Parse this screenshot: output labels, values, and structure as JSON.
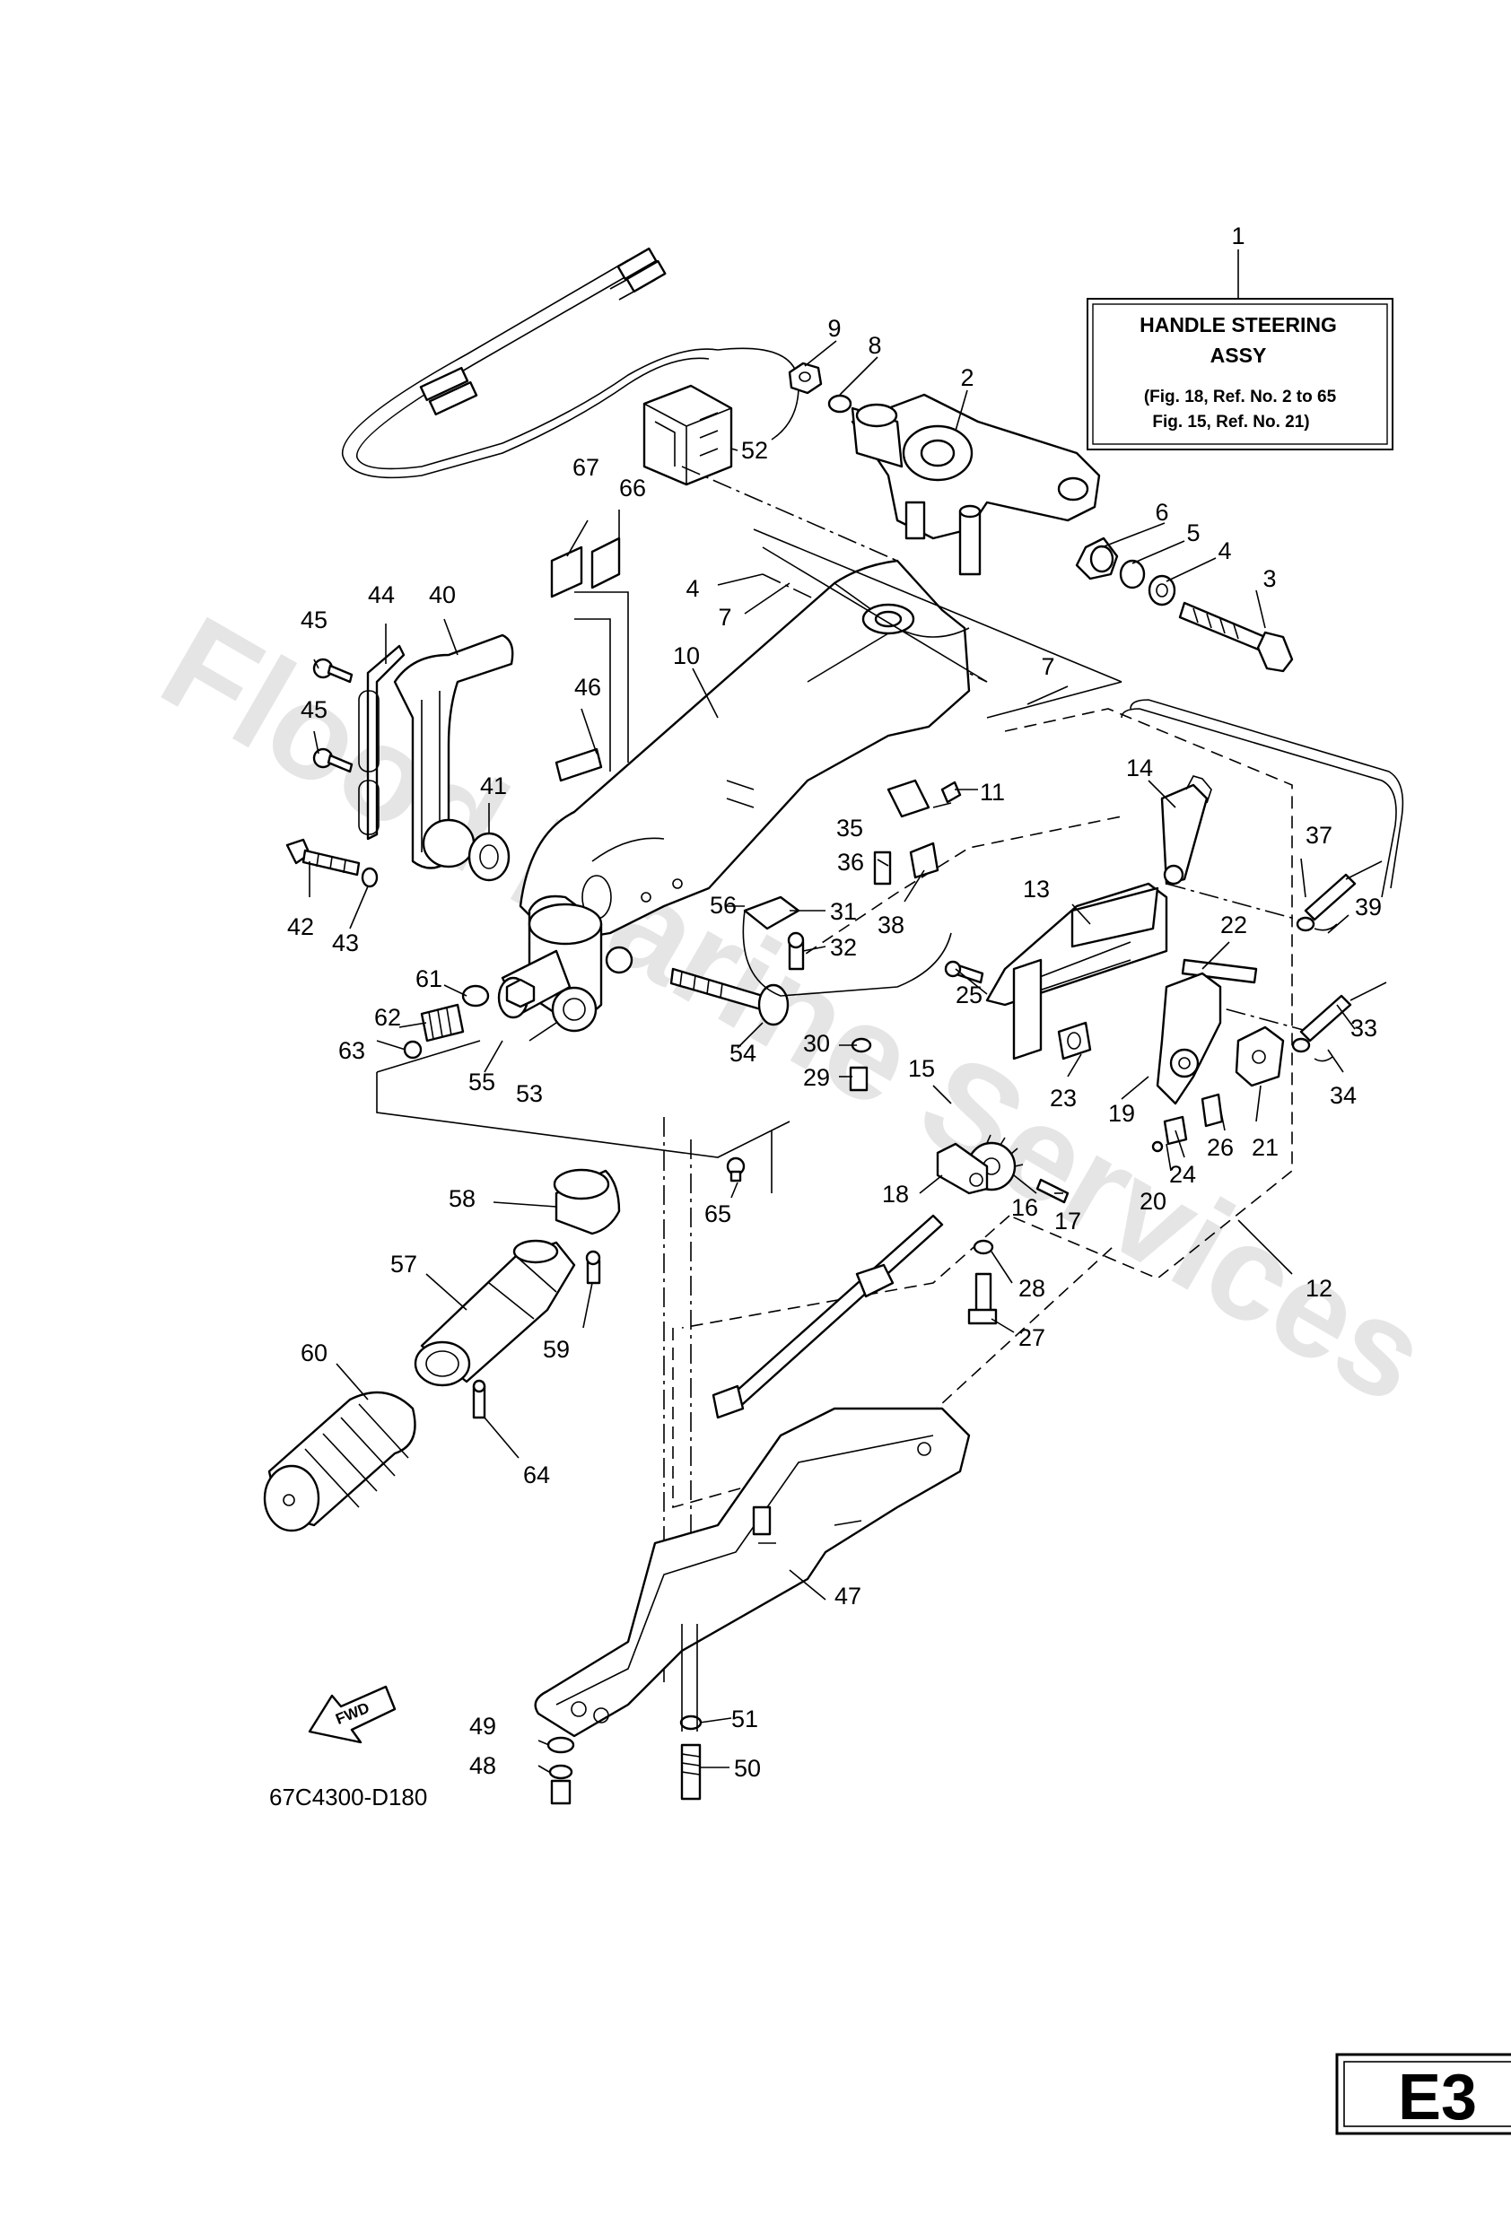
{
  "info_box": {
    "ref_number": "1",
    "title_line1": "HANDLE STEERING",
    "title_line2": "ASSY",
    "note_line1": "(Fig. 18, Ref. No. 2 to 65",
    "note_line2": "Fig. 15, Ref. No. 21)"
  },
  "drawing_code": "67C4300-D180",
  "fwd_label": "FWD",
  "page_code": "E3",
  "watermark": "Flood Marine Services",
  "callouts": [
    {
      "id": "2",
      "label": "2"
    },
    {
      "id": "3",
      "label": "3"
    },
    {
      "id": "4a",
      "label": "4"
    },
    {
      "id": "4b",
      "label": "4"
    },
    {
      "id": "5",
      "label": "5"
    },
    {
      "id": "6",
      "label": "6"
    },
    {
      "id": "7a",
      "label": "7"
    },
    {
      "id": "7b",
      "label": "7"
    },
    {
      "id": "8",
      "label": "8"
    },
    {
      "id": "9",
      "label": "9"
    },
    {
      "id": "10",
      "label": "10"
    },
    {
      "id": "11",
      "label": "11"
    },
    {
      "id": "12",
      "label": "12"
    },
    {
      "id": "13",
      "label": "13"
    },
    {
      "id": "14",
      "label": "14"
    },
    {
      "id": "15",
      "label": "15"
    },
    {
      "id": "16",
      "label": "16"
    },
    {
      "id": "17",
      "label": "17"
    },
    {
      "id": "18",
      "label": "18"
    },
    {
      "id": "19",
      "label": "19"
    },
    {
      "id": "20",
      "label": "20"
    },
    {
      "id": "21",
      "label": "21"
    },
    {
      "id": "22",
      "label": "22"
    },
    {
      "id": "23",
      "label": "23"
    },
    {
      "id": "24",
      "label": "24"
    },
    {
      "id": "25",
      "label": "25"
    },
    {
      "id": "26",
      "label": "26"
    },
    {
      "id": "27",
      "label": "27"
    },
    {
      "id": "28",
      "label": "28"
    },
    {
      "id": "29",
      "label": "29"
    },
    {
      "id": "30",
      "label": "30"
    },
    {
      "id": "31",
      "label": "31"
    },
    {
      "id": "32",
      "label": "32"
    },
    {
      "id": "33",
      "label": "33"
    },
    {
      "id": "34",
      "label": "34"
    },
    {
      "id": "35",
      "label": "35"
    },
    {
      "id": "36",
      "label": "36"
    },
    {
      "id": "37",
      "label": "37"
    },
    {
      "id": "38",
      "label": "38"
    },
    {
      "id": "39",
      "label": "39"
    },
    {
      "id": "40",
      "label": "40"
    },
    {
      "id": "41",
      "label": "41"
    },
    {
      "id": "42",
      "label": "42"
    },
    {
      "id": "43",
      "label": "43"
    },
    {
      "id": "44",
      "label": "44"
    },
    {
      "id": "45a",
      "label": "45"
    },
    {
      "id": "45b",
      "label": "45"
    },
    {
      "id": "46",
      "label": "46"
    },
    {
      "id": "47",
      "label": "47"
    },
    {
      "id": "48",
      "label": "48"
    },
    {
      "id": "49",
      "label": "49"
    },
    {
      "id": "50",
      "label": "50"
    },
    {
      "id": "51",
      "label": "51"
    },
    {
      "id": "52",
      "label": "52"
    },
    {
      "id": "53",
      "label": "53"
    },
    {
      "id": "54",
      "label": "54"
    },
    {
      "id": "55",
      "label": "55"
    },
    {
      "id": "56",
      "label": "56"
    },
    {
      "id": "57",
      "label": "57"
    },
    {
      "id": "58",
      "label": "58"
    },
    {
      "id": "59",
      "label": "59"
    },
    {
      "id": "60",
      "label": "60"
    },
    {
      "id": "61",
      "label": "61"
    },
    {
      "id": "62",
      "label": "62"
    },
    {
      "id": "63",
      "label": "63"
    },
    {
      "id": "64",
      "label": "64"
    },
    {
      "id": "65",
      "label": "65"
    },
    {
      "id": "66",
      "label": "66"
    },
    {
      "id": "67",
      "label": "67"
    }
  ]
}
